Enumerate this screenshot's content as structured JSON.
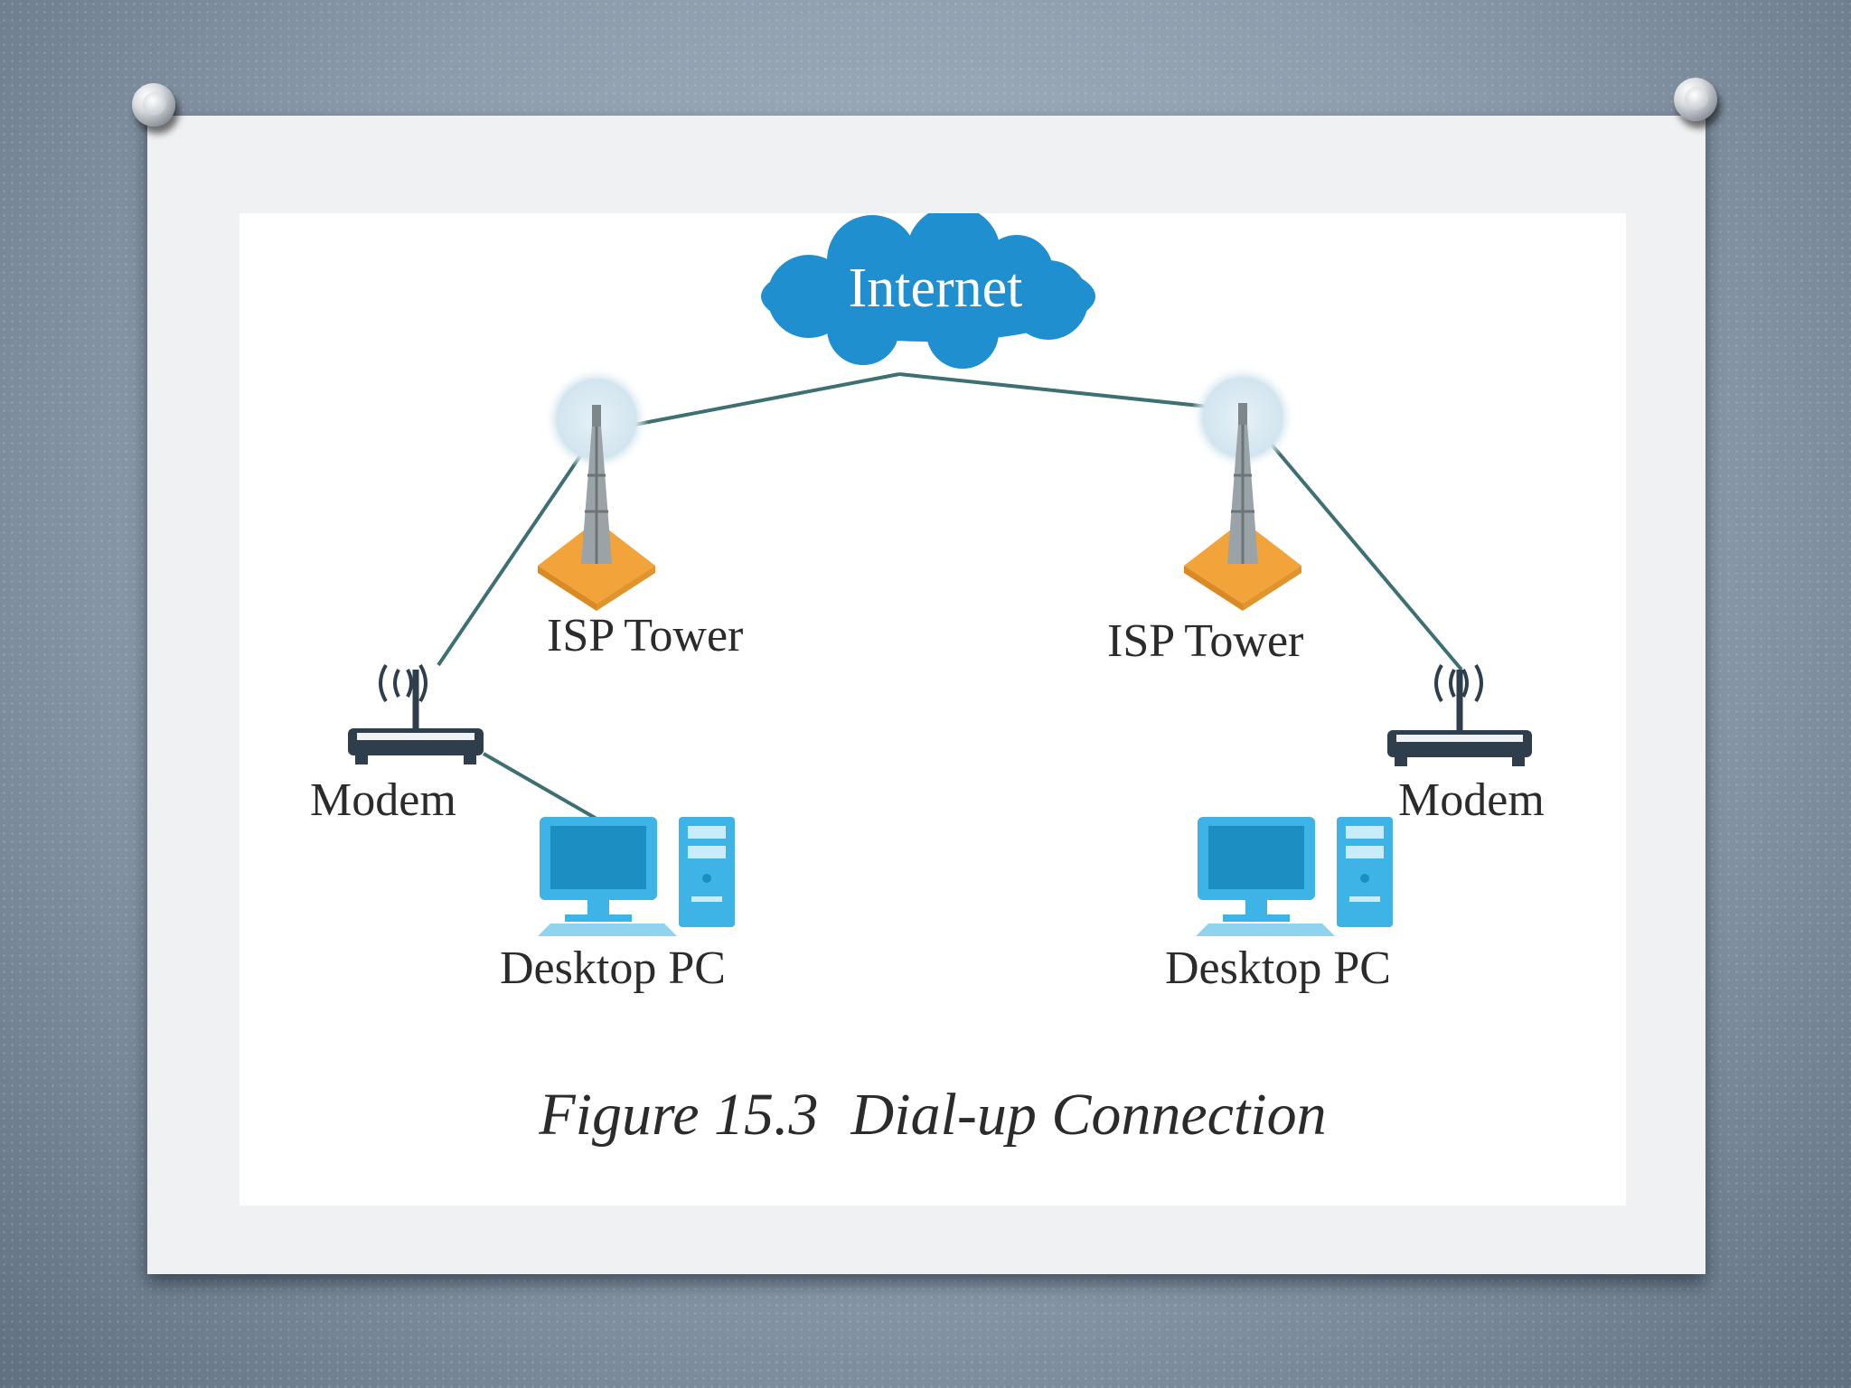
{
  "diagram": {
    "cloud_label": "Internet",
    "towers": [
      {
        "label": "ISP Tower"
      },
      {
        "label": "ISP Tower"
      }
    ],
    "modems": [
      {
        "label": "Modem"
      },
      {
        "label": "Modem"
      }
    ],
    "computers": [
      {
        "label": "Desktop PC"
      },
      {
        "label": "Desktop PC"
      }
    ],
    "caption_number": "Figure 15.3",
    "caption_title": "Dial-up Connection"
  },
  "colors": {
    "cloud": "#1f8fd0",
    "computer": "#3db3e6",
    "tower_base": "#f2a33a",
    "link_line": "#3e6f72"
  }
}
